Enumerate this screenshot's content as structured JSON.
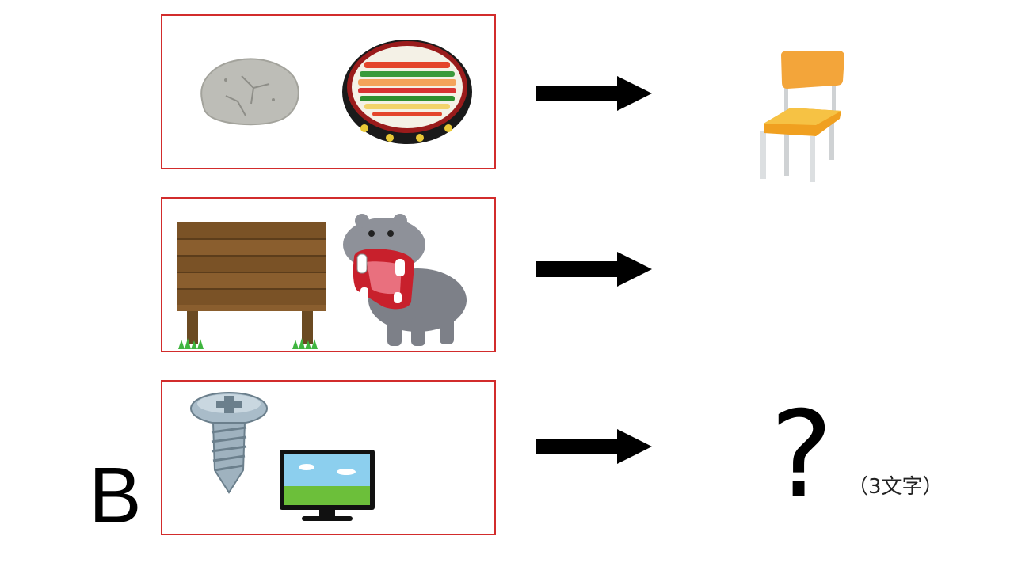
{
  "rows": [
    {
      "items": [
        "rock-icon",
        "sushi-platter-icon"
      ],
      "answer_icon": "chair-icon"
    },
    {
      "items": [
        "wooden-signboard-icon",
        "hippo-icon"
      ],
      "answer_icon": ""
    },
    {
      "items": [
        "screw-icon",
        "tv-monitor-icon"
      ],
      "answer_icon": "question-mark"
    }
  ],
  "colors": {
    "box_border": "#d22c2c",
    "arrow": "#000000"
  },
  "label": "B",
  "question_mark": "?",
  "answer_hint": "（3文字）"
}
